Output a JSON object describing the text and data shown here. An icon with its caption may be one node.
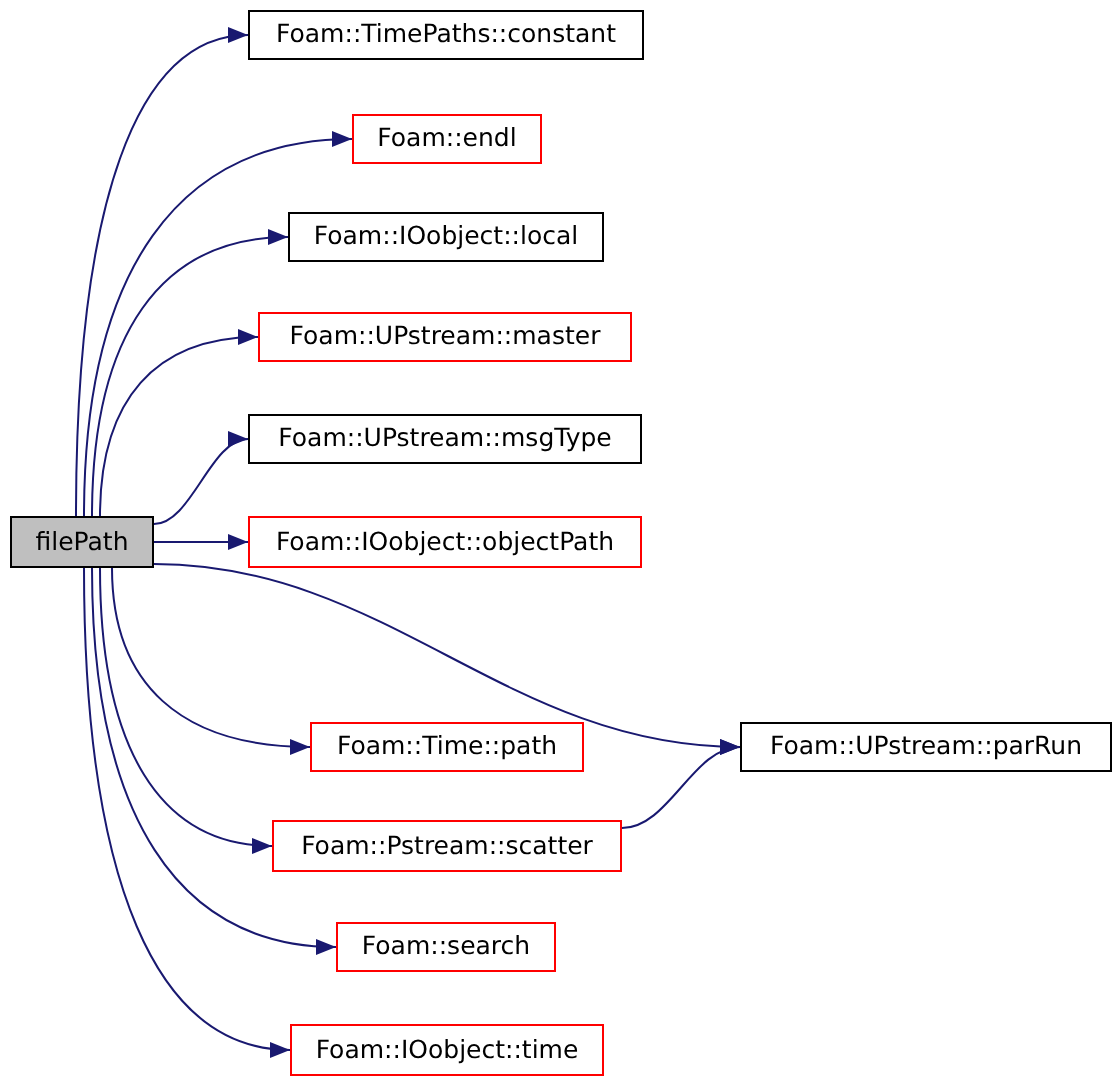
{
  "diagram": {
    "nodes": [
      {
        "text": [
          "filePath"
        ]
      },
      {
        "text": [
          "Foam::TimePaths::constant"
        ]
      },
      {
        "text": [
          "Foam::endl"
        ]
      },
      {
        "text": [
          "Foam::IOobject::local"
        ]
      },
      {
        "text": [
          "Foam::UPstream::master"
        ]
      },
      {
        "text": [
          "Foam::UPstream::msgType"
        ]
      },
      {
        "text": [
          "Foam::IOobject::objectPath"
        ]
      },
      {
        "text": [
          "Foam::Time::path"
        ]
      },
      {
        "text": [
          "Foam::Pstream::scatter"
        ]
      },
      {
        "text": [
          "Foam::search"
        ]
      },
      {
        "text": [
          "Foam::IOobject::time"
        ]
      },
      {
        "text": [
          "Foam::UPstream::parRun"
        ]
      }
    ],
    "edges": [
      {
        "from": 0,
        "to": 1,
        "arrow": "to"
      },
      {
        "from": 0,
        "to": 2,
        "arrow": "to"
      },
      {
        "from": 0,
        "to": 3,
        "arrow": "to"
      },
      {
        "from": 0,
        "to": 4,
        "arrow": "to"
      },
      {
        "from": 0,
        "to": 5,
        "arrow": "to"
      },
      {
        "from": 0,
        "to": 6,
        "arrow": "to"
      },
      {
        "from": 0,
        "to": 11,
        "arrow": "to"
      },
      {
        "from": 0,
        "to": 7,
        "arrow": "to"
      },
      {
        "from": 0,
        "to": 8,
        "arrow": "to"
      },
      {
        "from": 0,
        "to": 9,
        "arrow": "to"
      },
      {
        "from": 0,
        "to": 10,
        "arrow": "to"
      },
      {
        "from": 8,
        "to": 11,
        "arrow": "to"
      }
    ]
  }
}
